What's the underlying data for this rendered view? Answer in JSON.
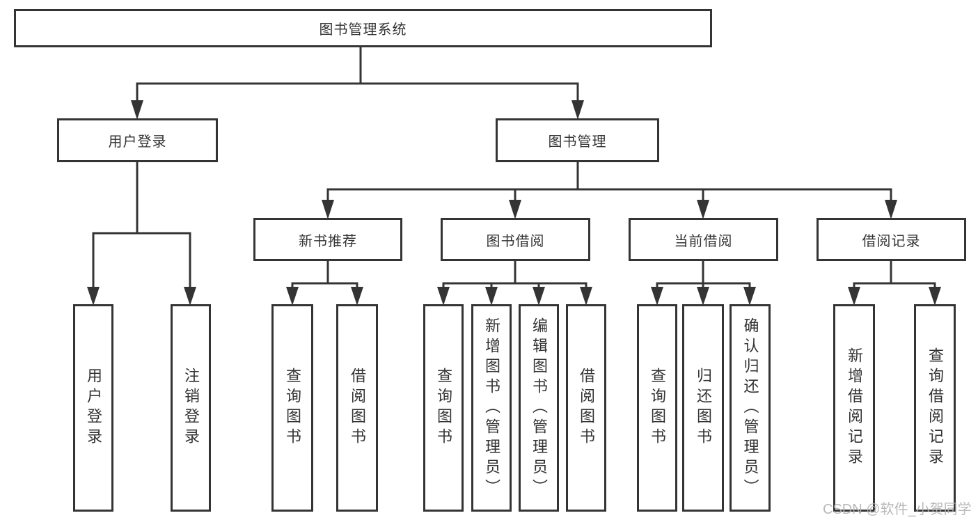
{
  "diagram": {
    "root": {
      "label": "图书管理系统"
    },
    "level2": [
      {
        "label": "用户登录"
      },
      {
        "label": "图书管理"
      }
    ],
    "level3": [
      {
        "label": "新书推荐",
        "parent": "图书管理"
      },
      {
        "label": "图书借阅",
        "parent": "图书管理"
      },
      {
        "label": "当前借阅",
        "parent": "图书管理"
      },
      {
        "label": "借阅记录",
        "parent": "图书管理"
      }
    ],
    "leaves": [
      {
        "label": "用户登录",
        "parent": "用户登录"
      },
      {
        "label": "注销登录",
        "parent": "用户登录"
      },
      {
        "label": "查询图书",
        "parent": "新书推荐"
      },
      {
        "label": "借阅图书",
        "parent": "新书推荐"
      },
      {
        "label": "查询图书",
        "parent": "图书借阅"
      },
      {
        "label": "新增图书（管理员）",
        "parent": "图书借阅"
      },
      {
        "label": "编辑图书（管理员）",
        "parent": "图书借阅"
      },
      {
        "label": "借阅图书",
        "parent": "图书借阅"
      },
      {
        "label": "查询图书",
        "parent": "当前借阅"
      },
      {
        "label": "归还图书",
        "parent": "当前借阅"
      },
      {
        "label": "确认归还（管理员）",
        "parent": "当前借阅"
      },
      {
        "label": "新增借阅记录",
        "parent": "借阅记录"
      },
      {
        "label": "查询借阅记录",
        "parent": "借阅记录"
      }
    ],
    "watermark": "CSDN @软件_小贺同学",
    "colors": {
      "line": "#343434",
      "text": "#333333",
      "background": "#ffffff",
      "watermark": "#b2b2b2"
    }
  }
}
